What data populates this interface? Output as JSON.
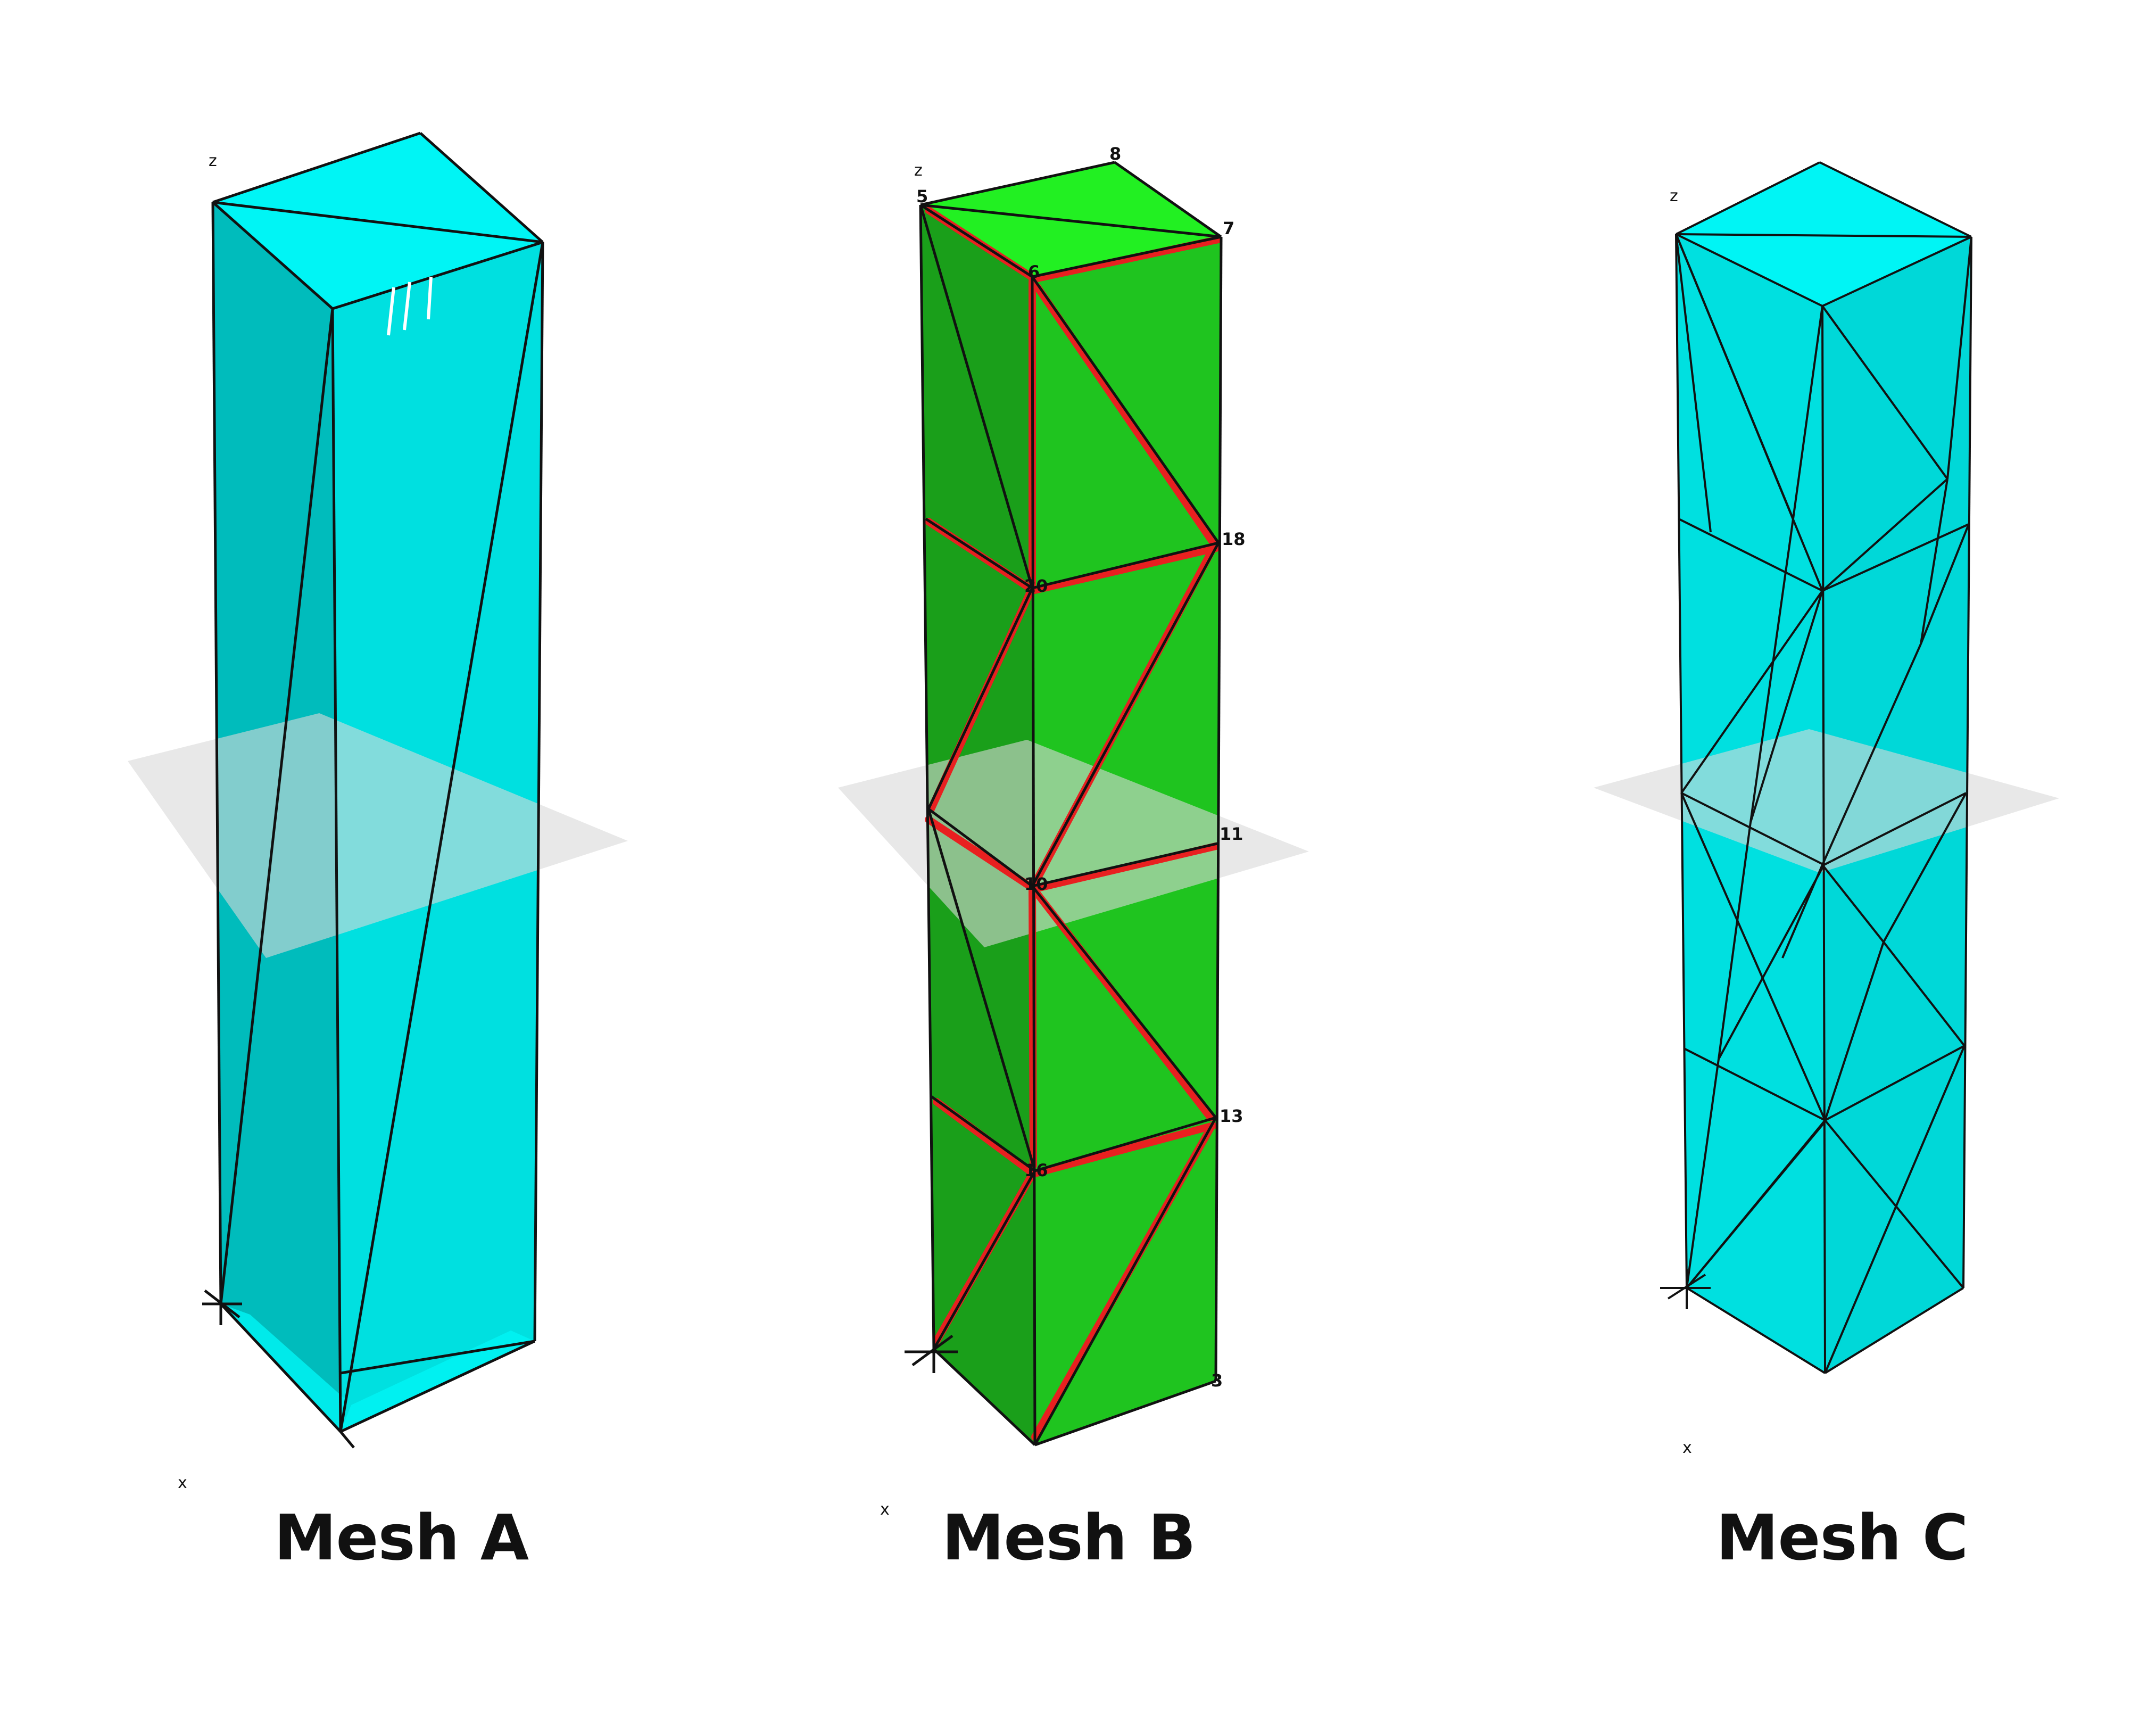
{
  "meshes": [
    {
      "label": "Mesh A",
      "face_color": "#00e0e0",
      "axis_z": "z",
      "axis_x": "x"
    },
    {
      "label": "Mesh B",
      "face_color": "#1fc41f",
      "edge_highlight_color": "#e82020",
      "axis_z": "z",
      "axis_x": "x",
      "node_labels": [
        "8",
        "5",
        "7",
        "6",
        "18",
        "20",
        "11",
        "10",
        "13",
        "16",
        "3"
      ]
    },
    {
      "label": "Mesh C",
      "face_color": "#00e0e0",
      "axis_z": "z",
      "axis_x": "x"
    }
  ],
  "plane_color": "#d9d9d9"
}
